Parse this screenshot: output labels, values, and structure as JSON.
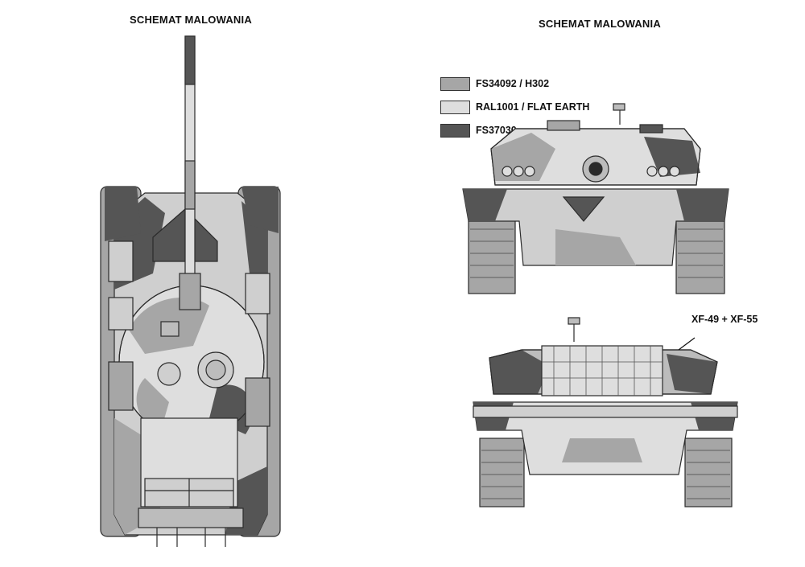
{
  "titles": {
    "left": "SCHEMAT MALOWANIA",
    "right": "SCHEMAT MALOWANIA"
  },
  "legend": [
    {
      "label": "FS34092 / H302",
      "color": "#a6a6a6"
    },
    {
      "label": "RAL1001 / FLAT EARTH",
      "color": "#dedede"
    },
    {
      "label": "FS37030",
      "color": "#555555"
    }
  ],
  "callout": {
    "label": "XF-49 + XF-55"
  },
  "palette": {
    "mid": "#a6a6a6",
    "light": "#dedede",
    "dark": "#555555",
    "line": "#2b2b2b"
  }
}
